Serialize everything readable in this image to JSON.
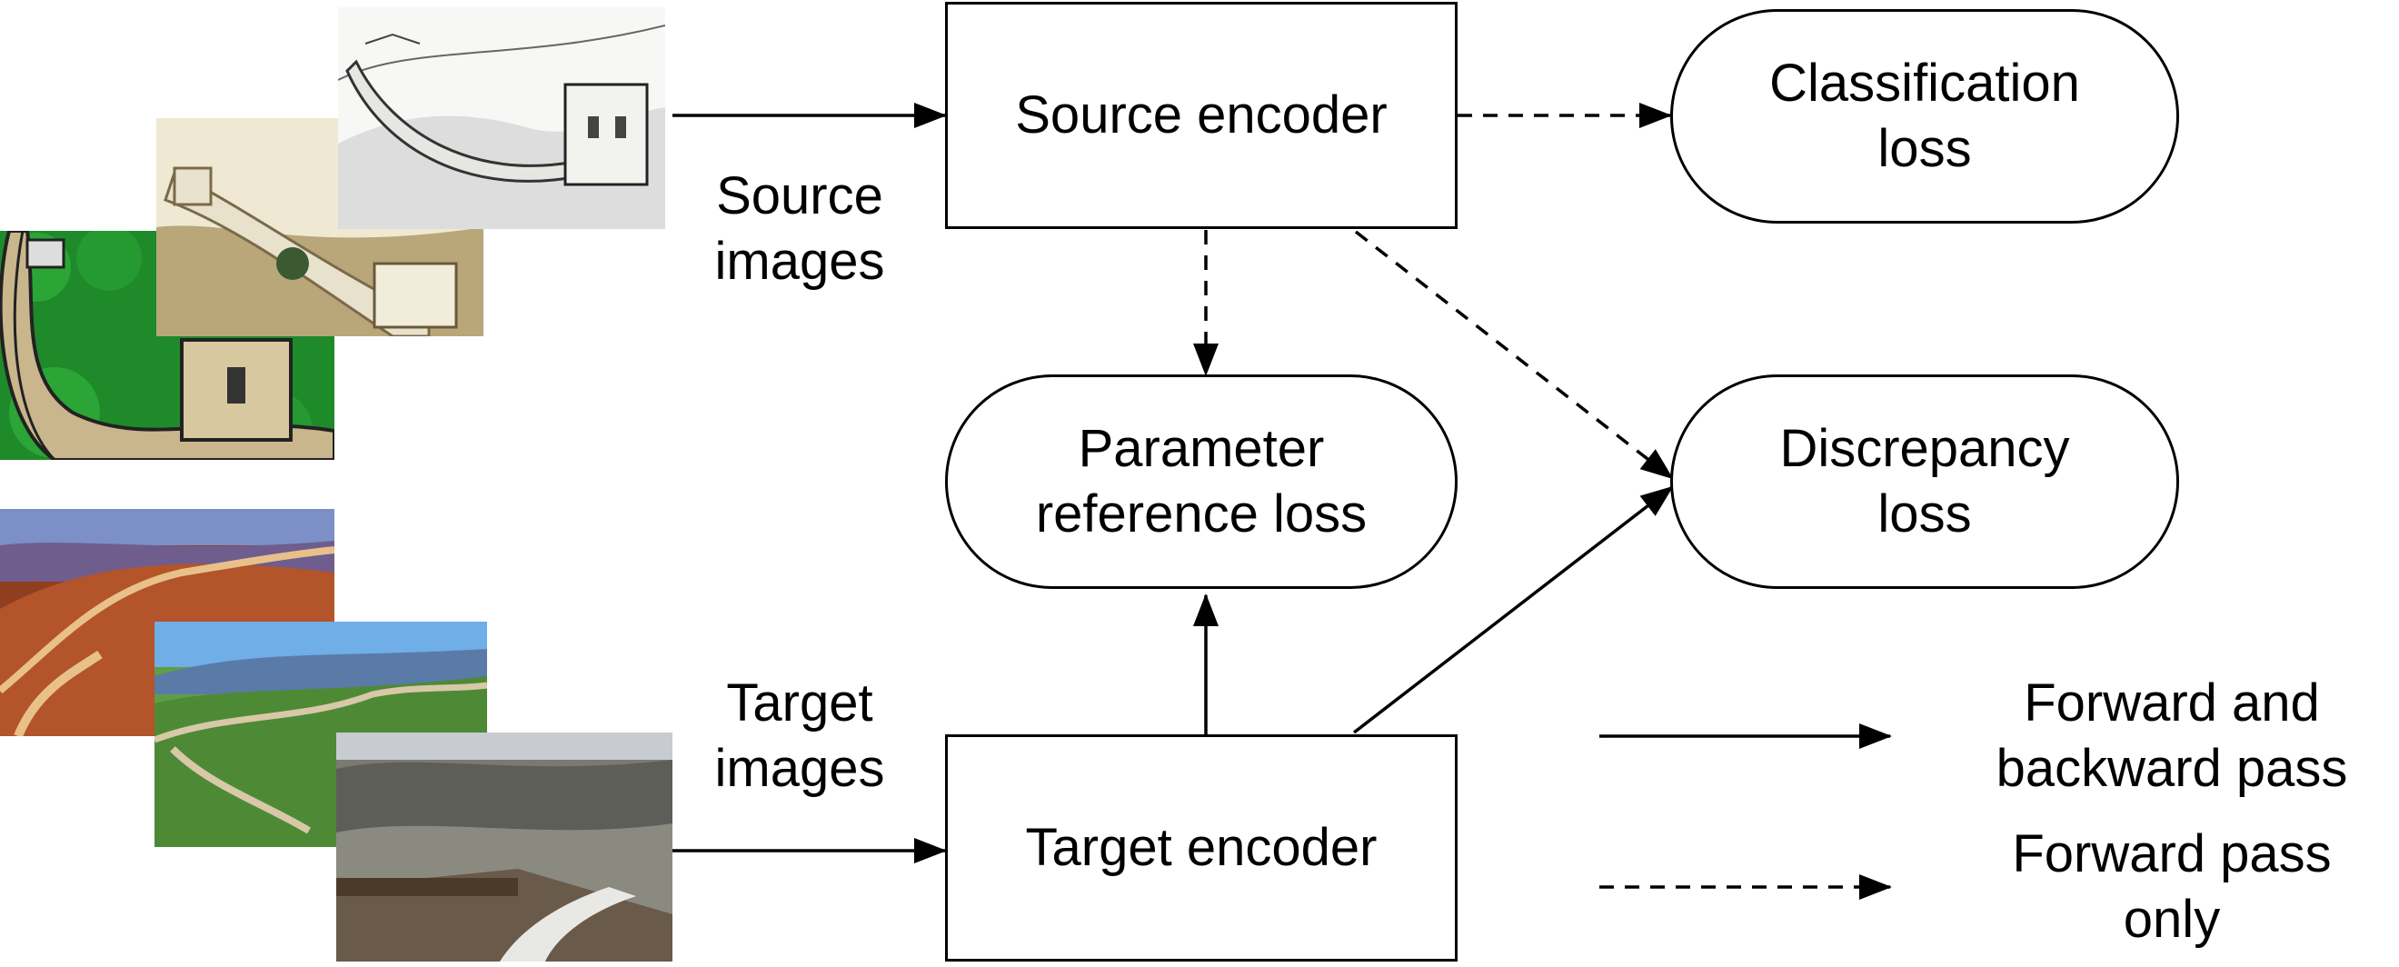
{
  "nodes": {
    "source_encoder": "Source encoder",
    "target_encoder": "Target encoder",
    "classification_loss": "Classification\nloss",
    "parameter_reference_loss": "Parameter\nreference loss",
    "discrepancy_loss": "Discrepancy\nloss"
  },
  "labels": {
    "source_images": "Source\nimages",
    "target_images": "Target\nimages"
  },
  "legend": {
    "solid": "Forward and\nbackward pass",
    "dashed": "Forward pass\nonly"
  },
  "edges": [
    {
      "from": "source_images",
      "to": "source_encoder",
      "style": "solid"
    },
    {
      "from": "source_encoder",
      "to": "classification_loss",
      "style": "dashed"
    },
    {
      "from": "source_encoder",
      "to": "parameter_reference_loss",
      "style": "dashed"
    },
    {
      "from": "source_encoder",
      "to": "discrepancy_loss",
      "style": "dashed"
    },
    {
      "from": "target_images",
      "to": "target_encoder",
      "style": "solid"
    },
    {
      "from": "target_encoder",
      "to": "parameter_reference_loss",
      "style": "solid"
    },
    {
      "from": "target_encoder",
      "to": "discrepancy_loss",
      "style": "solid"
    }
  ],
  "images": {
    "source": [
      "cartoon-great-wall-photo",
      "watercolor-great-wall-photo",
      "sketch-great-wall-photo"
    ],
    "target": [
      "sunset-great-wall-photo",
      "green-hills-great-wall-photo",
      "winter-great-wall-photo"
    ]
  }
}
